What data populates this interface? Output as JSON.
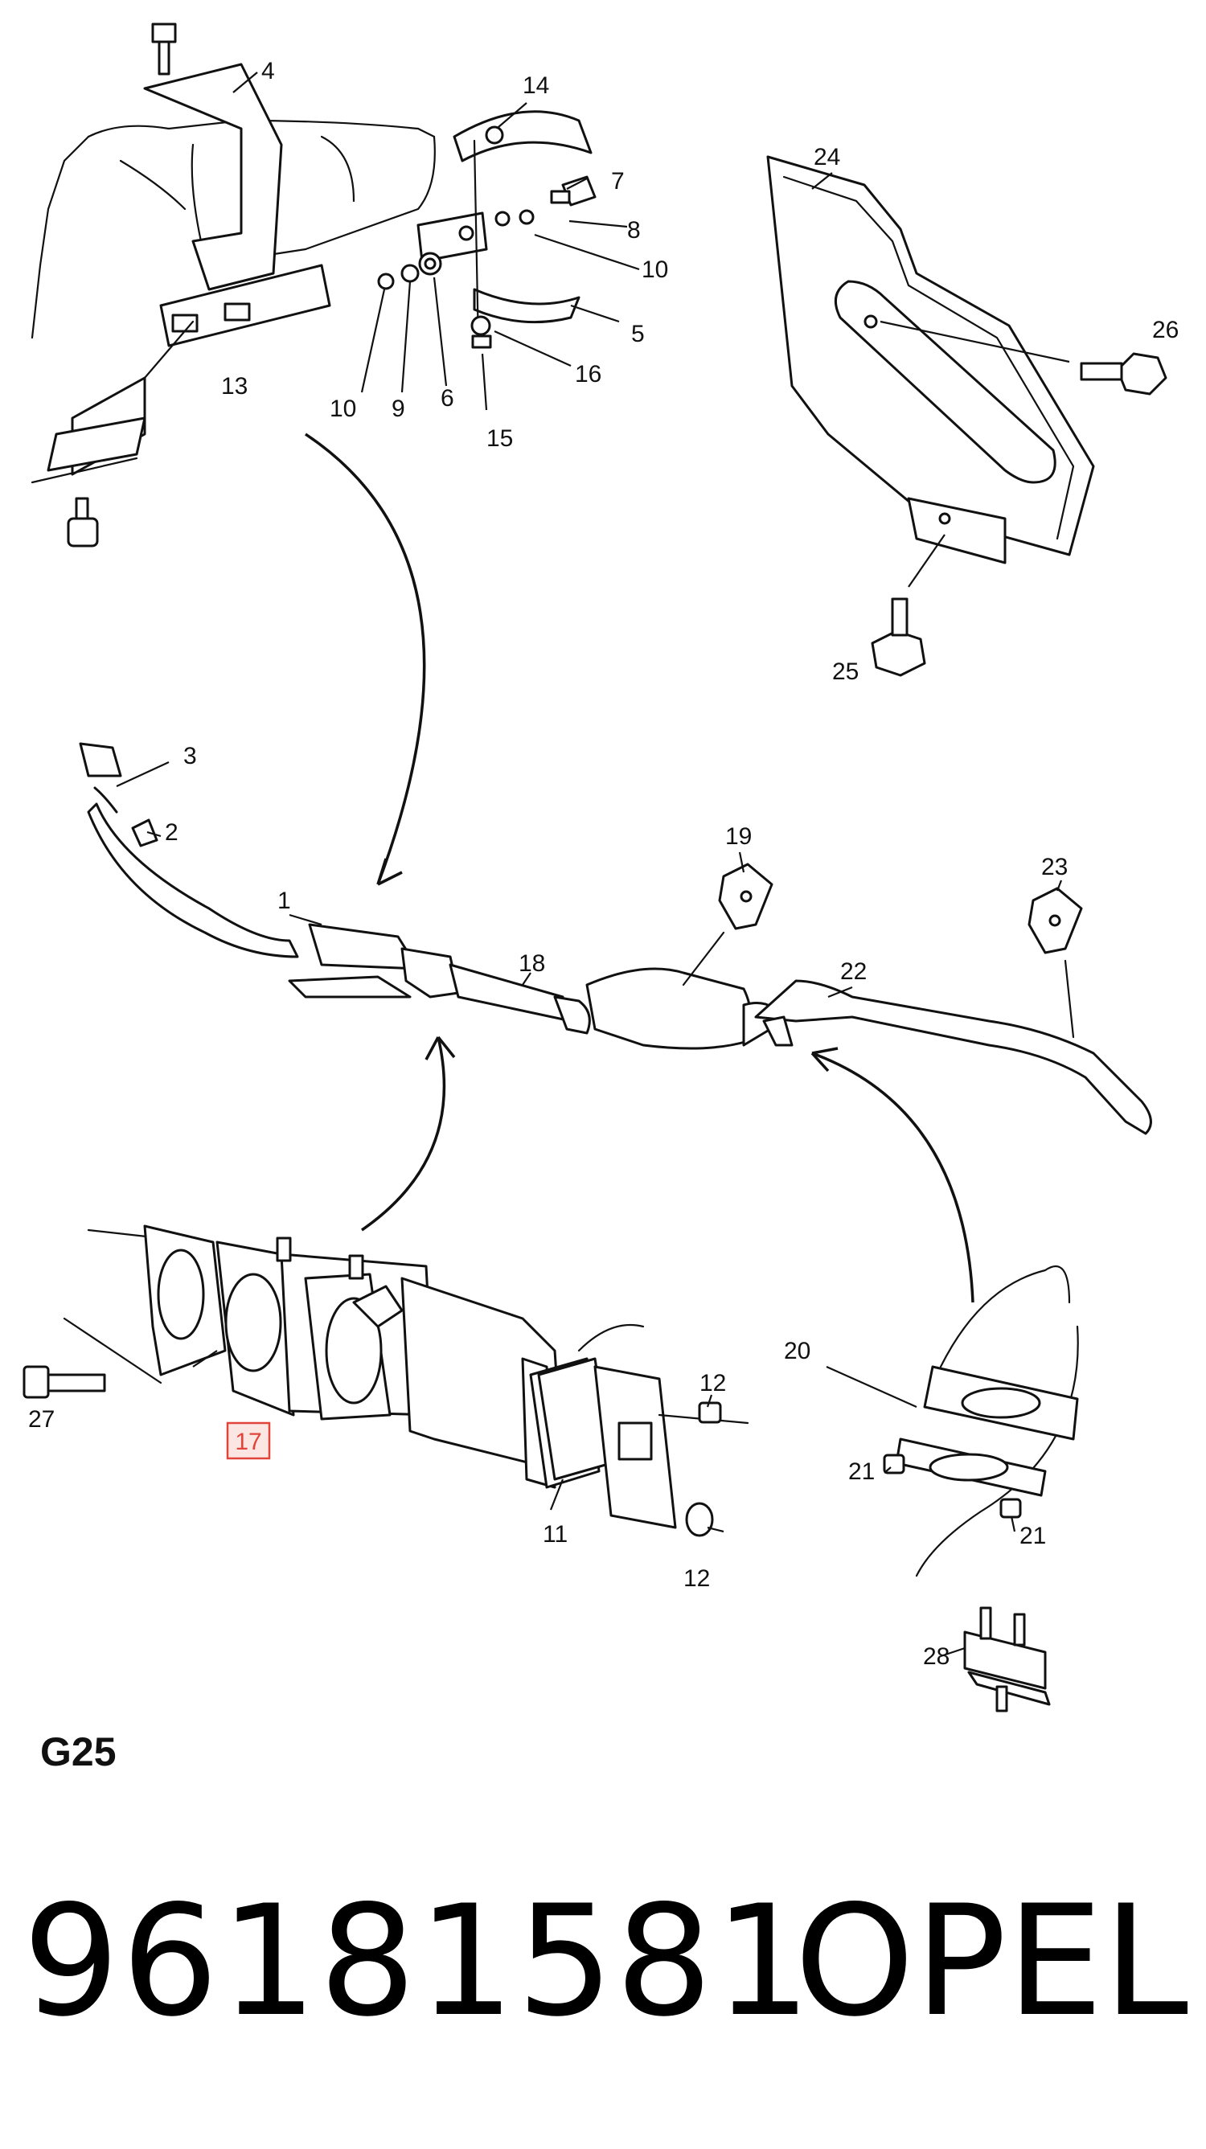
{
  "diagram": {
    "callouts": {
      "c1": "1",
      "c2": "2",
      "c3": "3",
      "c4": "4",
      "c5": "5",
      "c6": "6",
      "c7": "7",
      "c8": "8",
      "c9": "9",
      "c10a": "10",
      "c10b": "10",
      "c11": "11",
      "c12a": "12",
      "c12b": "12",
      "c13": "13",
      "c14": "14",
      "c15": "15",
      "c16": "16",
      "c17": "17",
      "c18": "18",
      "c19": "19",
      "c20": "20",
      "c21a": "21",
      "c21b": "21",
      "c22": "22",
      "c23": "23",
      "c24": "24",
      "c25": "25",
      "c26": "26",
      "c27": "27",
      "c28": "28"
    },
    "highlight_color": "#e0443a",
    "highlight_fill": "#fbe6e4"
  },
  "footer": {
    "section_code": "G25",
    "part_number": "96181581",
    "brand": "OPEL"
  }
}
